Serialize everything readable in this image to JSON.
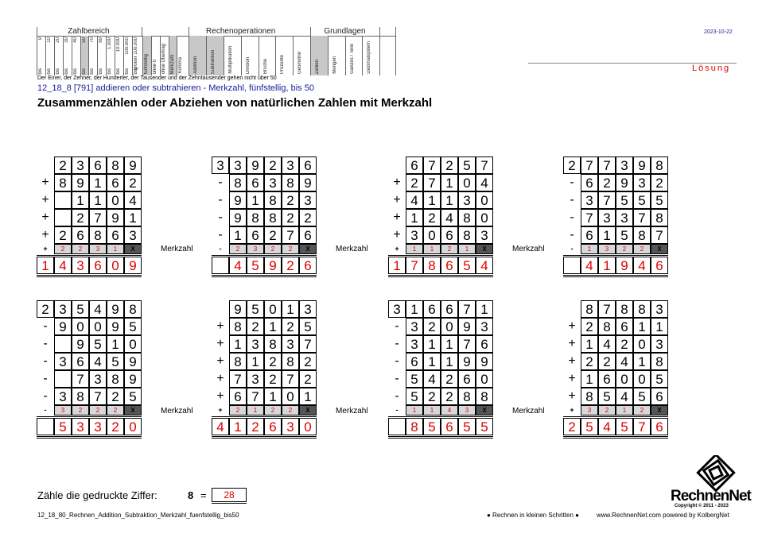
{
  "header": {
    "groups": {
      "zahlbereich": "Zahlbereich",
      "rechenoperationen": "Rechenoperationen",
      "grundlagen": "Grundlagen"
    },
    "zahlbereich_values": [
      "9",
      "10",
      "20",
      "30",
      "40",
      "50",
      "70",
      "99",
      "1.000",
      "10.000",
      "100.000",
      "größer 100.000"
    ],
    "bis": "bis",
    "extra_columns": [
      "fünfstellig",
      "ohne 0",
      "ohne Übertrag",
      "Merkzahl",
      "Komma"
    ],
    "operation_columns": [
      "Addition",
      "Subtraktion",
      "Multiplikation",
      "Division",
      "Brüche",
      "Prozente"
    ],
    "geometrie": "Geometrie",
    "grundlagen_columns": [
      "Zahlen",
      "Mengen",
      "Ganzes / Teile",
      "Dezimalsystem"
    ],
    "note": "Der Einer, der Zehner, der Hunderter, der Tausender und der Zehntausender gehen nicht über 50",
    "date": "2023-10-22",
    "solution": "Lösung"
  },
  "code_line": "12_18_8   [791]   addieren oder subtrahieren - Merkzahl, fünfstellig, bis 50",
  "title": "Zusammenzählen oder Abziehen von natürlichen Zahlen mit Merkzahl",
  "merkzahl_label": "Merkzahl",
  "carry_x": "X",
  "problems": [
    {
      "rows": [
        "23689",
        "+89162",
        "+1104",
        "+2791",
        "+26863"
      ],
      "op": "+",
      "carry": [
        "2",
        "2",
        "3",
        "1"
      ],
      "result": "143609"
    },
    {
      "rows": [
        "339236",
        "-86389",
        "-91823",
        "-98822",
        "-16276"
      ],
      "op": "-",
      "carry": [
        "2",
        "3",
        "2",
        "2"
      ],
      "result": "45926"
    },
    {
      "rows": [
        "67257",
        "+27104",
        "+41130",
        "+12480",
        "+30683"
      ],
      "op": "+",
      "carry": [
        "1",
        "1",
        "2",
        "1"
      ],
      "result": "178654"
    },
    {
      "rows": [
        "277398",
        "-62932",
        "-37555",
        "-73378",
        "-61587"
      ],
      "op": "-",
      "carry": [
        "1",
        "3",
        "2",
        "2"
      ],
      "result": "41946"
    },
    {
      "rows": [
        "235498",
        "-90095",
        "-9510",
        "-36459",
        "-7389",
        "-38725"
      ],
      "op": "-",
      "carry": [
        "3",
        "2",
        "2",
        "2"
      ],
      "result": "53320"
    },
    {
      "rows": [
        "95013",
        "+82125",
        "+13837",
        "+81282",
        "+73272",
        "+67101"
      ],
      "op": "+",
      "carry": [
        "2",
        "1",
        "2",
        "2"
      ],
      "result": "412630"
    },
    {
      "rows": [
        "316671",
        "-32093",
        "-31176",
        "-61199",
        "-54260",
        "-52288"
      ],
      "op": "-",
      "carry": [
        "1",
        "1",
        "4",
        "3"
      ],
      "result": "85655"
    },
    {
      "rows": [
        "87883",
        "+28611",
        "+14203",
        "+22418",
        "+16005",
        "+85456"
      ],
      "op": "+",
      "carry": [
        "3",
        "2",
        "1",
        "2"
      ],
      "result": "254576"
    }
  ],
  "count": {
    "label": "Zähle die gedruckte Ziffer:",
    "digit": "8",
    "equals": "=",
    "answer": "28"
  },
  "footer": {
    "left": "12_18_80_Rechnen_Addition_Subtraktion_Merkzahl_fuenfstellig_bis50",
    "middle": "● Rechnen in kleinen Schritten ●",
    "right": "www.RechnenNet.com powered by KolbergNet",
    "brand": "RechnenNet",
    "copyright": "Copyright © 2011 - 2023"
  }
}
